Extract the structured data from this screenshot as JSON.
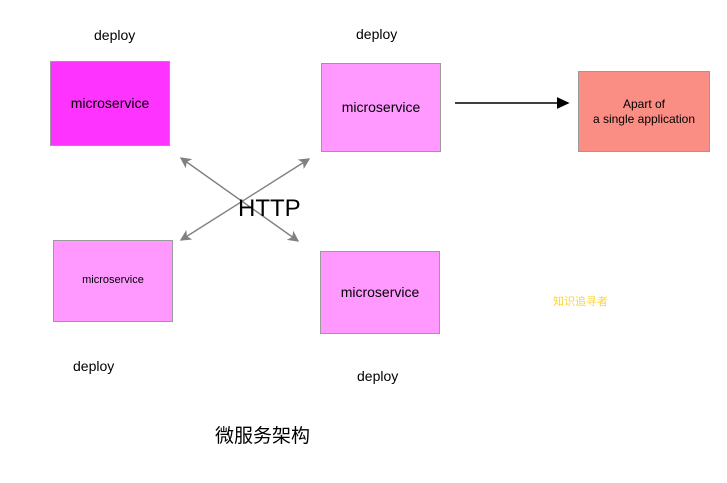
{
  "diagram": {
    "title": "微服务架构",
    "watermark": "知识追寻者",
    "protocol_label": "HTTP",
    "colors": {
      "node_magenta": "#ff33ff",
      "node_pink": "#ff99ff",
      "node_salmon": "#fa8e85",
      "node_border": "#9a9a9a",
      "arrow_gray": "#808080",
      "arrow_black": "#000000",
      "watermark": "#ffd33a",
      "background": "#ffffff"
    },
    "nodes": [
      {
        "id": "ms-top-left",
        "label": "microservice"
      },
      {
        "id": "ms-top-mid",
        "label": "microservice"
      },
      {
        "id": "ms-bottom-left",
        "label": "microservice"
      },
      {
        "id": "ms-bottom-mid",
        "label": "microservice"
      },
      {
        "id": "single-app",
        "label": "Apart of\na single application"
      }
    ],
    "deploy_labels": [
      {
        "id": "top-left",
        "label": "deploy"
      },
      {
        "id": "top-mid",
        "label": "deploy"
      },
      {
        "id": "bottom-left",
        "label": "deploy"
      },
      {
        "id": "bottom-mid",
        "label": "deploy"
      }
    ],
    "connectors": [
      {
        "id": "http-diagonal-nw-se",
        "style": "double-headed",
        "color": "#808080"
      },
      {
        "id": "http-diagonal-sw-ne",
        "style": "double-headed",
        "color": "#808080"
      },
      {
        "id": "ms-to-single-app",
        "style": "single-headed",
        "color": "#000000"
      }
    ]
  }
}
